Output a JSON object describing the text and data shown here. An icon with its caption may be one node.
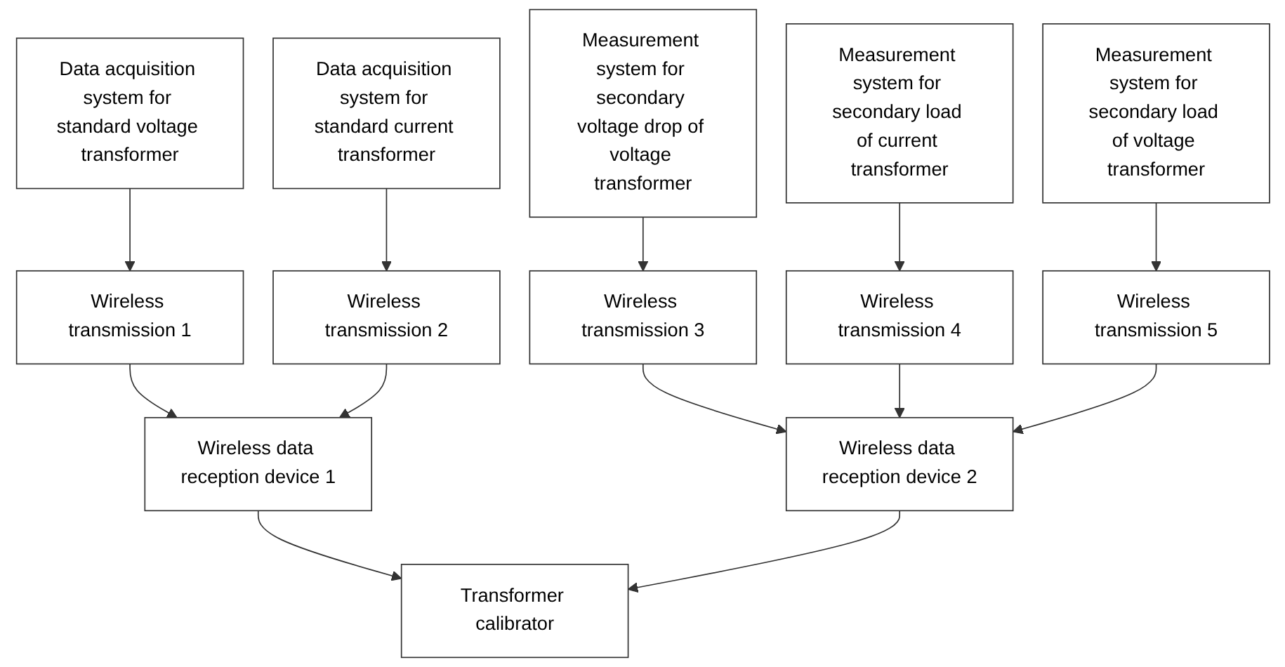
{
  "diagram": {
    "nodes": [
      {
        "text": [
          "Data acquisition system for standard voltage transformer"
        ]
      },
      {
        "text": [
          "Data acquisition system for standard current transformer"
        ]
      },
      {
        "text": [
          "Measurement system for secondary voltage drop of voltage transformer"
        ]
      },
      {
        "text": [
          "Measurement system for secondary load of current transformer"
        ]
      },
      {
        "text": [
          "Measurement system for secondary load of voltage transformer"
        ]
      },
      {
        "text": [
          "Wireless transmission 1"
        ]
      },
      {
        "text": [
          "Wireless transmission 2"
        ]
      },
      {
        "text": [
          "Wireless transmission 3"
        ]
      },
      {
        "text": [
          "Wireless transmission 4"
        ]
      },
      {
        "text": [
          "Wireless transmission 5"
        ]
      },
      {
        "text": [
          "Wireless data reception device 1"
        ]
      },
      {
        "text": [
          "Wireless data reception device 2"
        ]
      },
      {
        "text": [
          "Transformer calibrator"
        ]
      }
    ],
    "edges": [
      {
        "from": 0,
        "to": 5,
        "arrow": "to"
      },
      {
        "from": 1,
        "to": 6,
        "arrow": "to"
      },
      {
        "from": 2,
        "to": 7,
        "arrow": "to"
      },
      {
        "from": 3,
        "to": 8,
        "arrow": "to"
      },
      {
        "from": 4,
        "to": 9,
        "arrow": "to"
      },
      {
        "from": 5,
        "to": 10,
        "arrow": "to"
      },
      {
        "from": 6,
        "to": 10,
        "arrow": "to"
      },
      {
        "from": 7,
        "to": 11,
        "arrow": "to"
      },
      {
        "from": 8,
        "to": 11,
        "arrow": "to"
      },
      {
        "from": 9,
        "to": 11,
        "arrow": "to"
      },
      {
        "from": 10,
        "to": 12,
        "arrow": "to"
      },
      {
        "from": 11,
        "to": 12,
        "arrow": "to"
      }
    ]
  }
}
